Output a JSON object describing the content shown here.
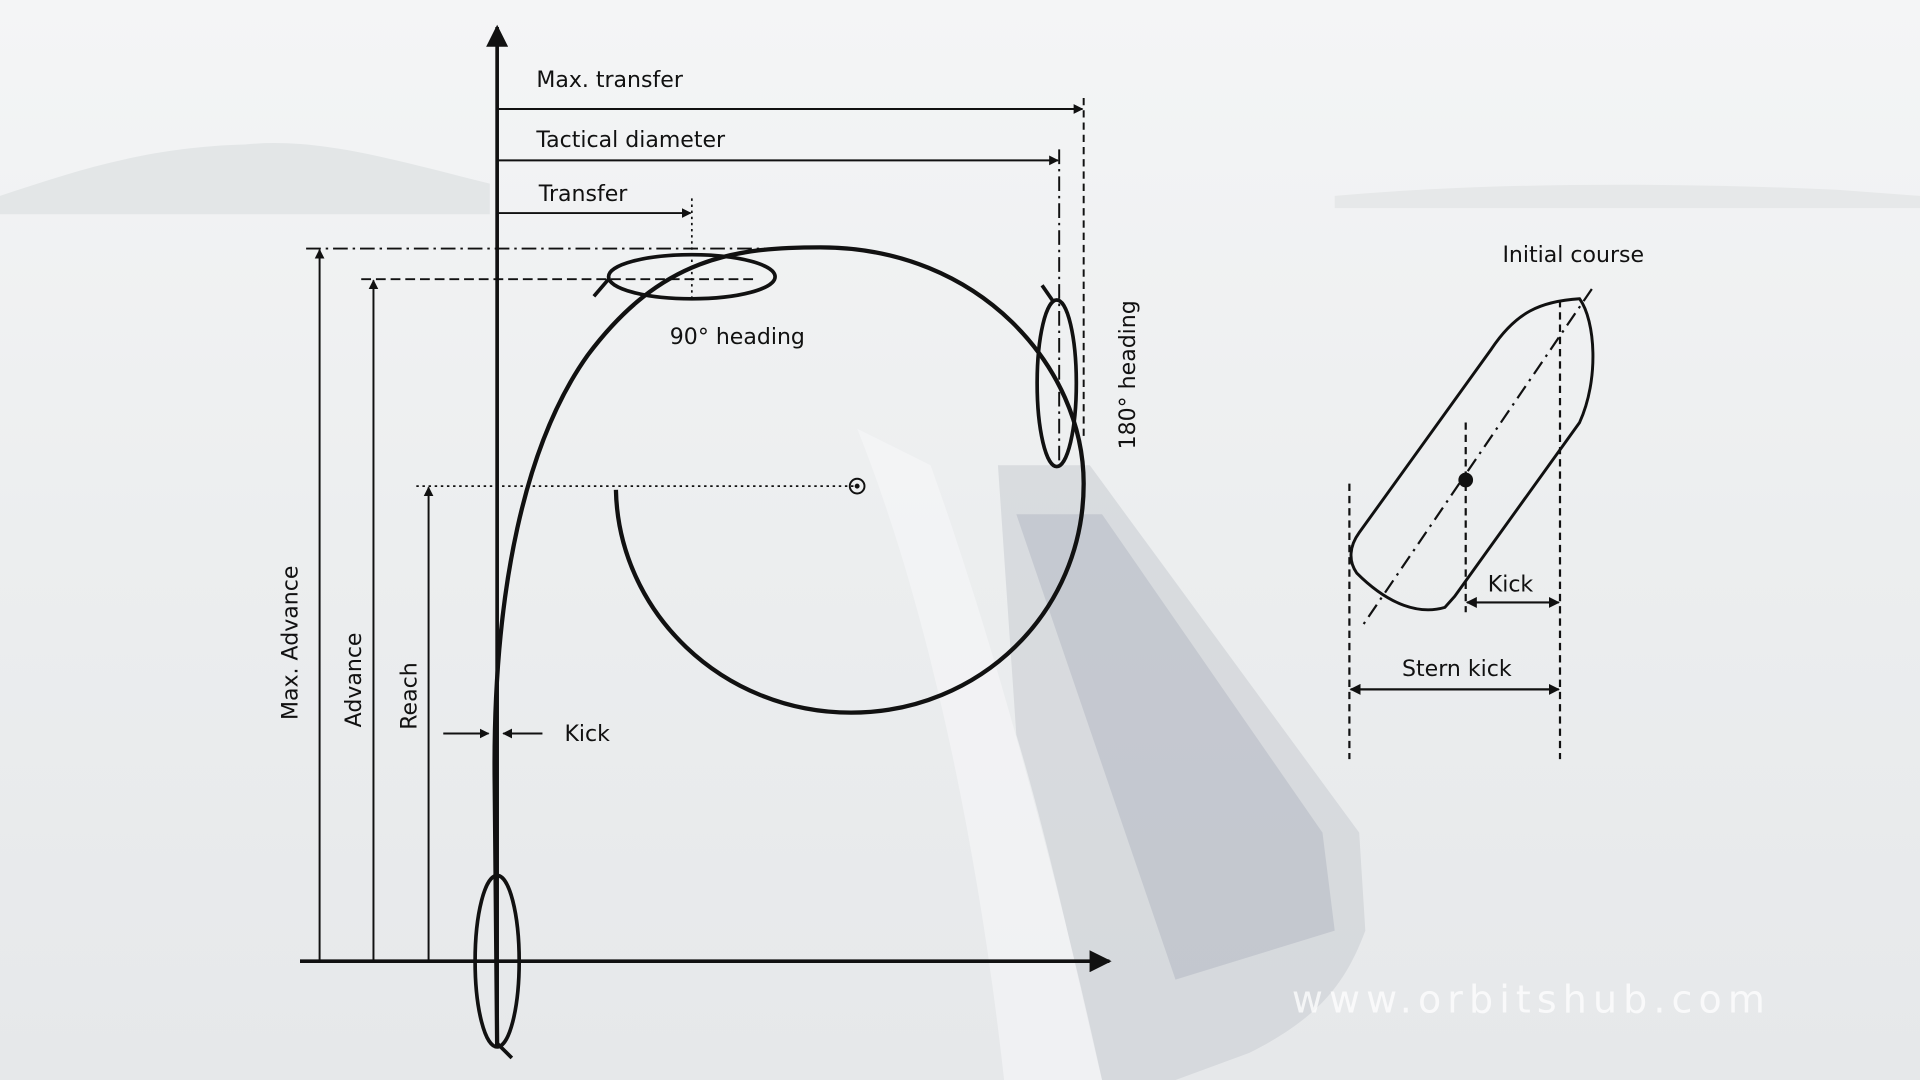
{
  "turning_circle": {
    "labels": {
      "max_transfer": "Max. transfer",
      "tactical_diameter": "Tactical diameter",
      "transfer": "Transfer",
      "heading_90": "90° heading",
      "heading_180": "180° heading",
      "max_advance": "Max. Advance",
      "advance": "Advance",
      "reach": "Reach",
      "kick": "Kick"
    }
  },
  "ship_detail": {
    "labels": {
      "initial_course": "Initial course",
      "kick": "Kick",
      "stern_kick": "Stern kick"
    }
  },
  "watermark": "www.orbitshub.com",
  "colors": {
    "background": "#eef0f1",
    "ink": "#111111"
  }
}
